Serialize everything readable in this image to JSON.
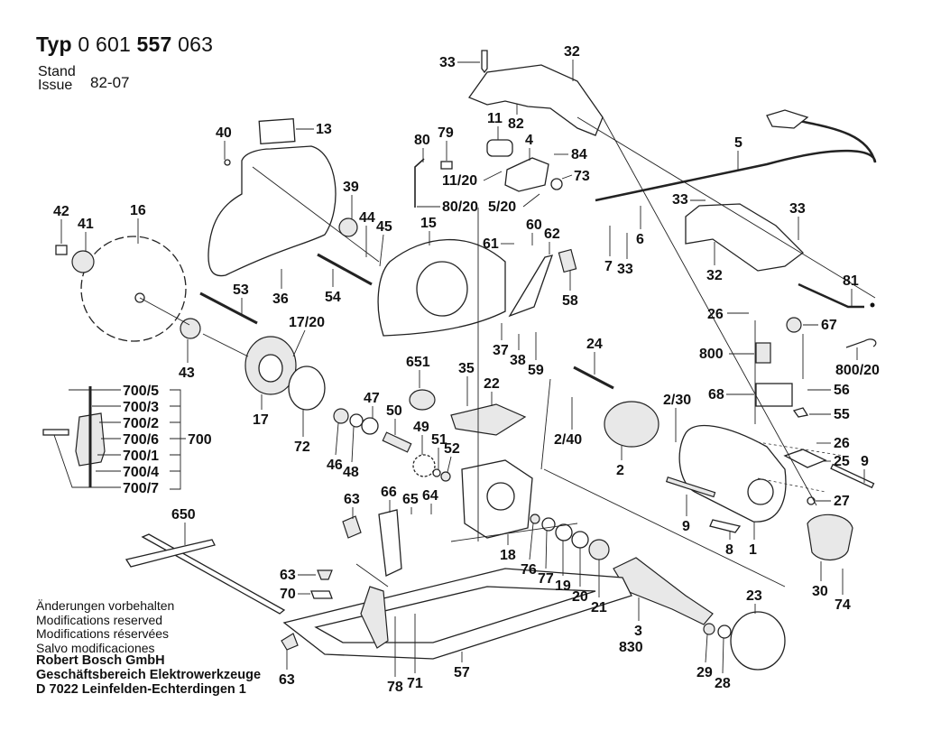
{
  "header": {
    "typ_label": "Typ",
    "typ_number_prefix": "0 601",
    "typ_number_bold": "557",
    "typ_number_suffix": "063",
    "stand_label": "Stand",
    "issue_label": "Issue",
    "issue_value": "82-07"
  },
  "notes": [
    "Änderungen vorbehalten",
    "Modifications reserved",
    "Modifications réservées",
    "Salvo modificaciones"
  ],
  "company": [
    "Robert Bosch GmbH",
    "Geschäftsbereich Elektrowerkzeuge",
    "D 7022 Leinfelden-Echterdingen 1"
  ],
  "part_labels": {
    "p33a": "33",
    "p32a": "32",
    "p82": "82",
    "p11": "11",
    "p4": "4",
    "p84": "84",
    "p80": "80",
    "p79": "79",
    "p11_20": "11/20",
    "p80_20": "80/20",
    "p5_20": "5/20",
    "p73": "73",
    "p5": "5",
    "p40": "40",
    "p13": "13",
    "p39": "39",
    "p44": "44",
    "p45": "45",
    "p15": "15",
    "p42": "42",
    "p41": "41",
    "p16": "16",
    "p36": "36",
    "p54": "54",
    "p53": "53",
    "p17_20": "17/20",
    "p43": "43",
    "p17": "17",
    "p61": "61",
    "p60": "60",
    "p62": "62",
    "p58": "58",
    "p7": "7",
    "p33b": "33",
    "p6": "6",
    "p33c": "33",
    "p33d": "33",
    "p32b": "32",
    "p81": "81",
    "p37": "37",
    "p38": "38",
    "p59": "59",
    "p26a": "26",
    "p67": "67",
    "p800": "800",
    "p800_20": "800/20",
    "p68": "68",
    "p56": "56",
    "p55": "55",
    "p24": "24",
    "p2_30": "2/30",
    "p2_40": "2/40",
    "p2": "2",
    "p651": "651",
    "p35": "35",
    "p22": "22",
    "p47": "47",
    "p50": "50",
    "p49": "49",
    "p51": "51",
    "p52": "52",
    "p72": "72",
    "p46": "46",
    "p48": "48",
    "p700_5": "700/5",
    "p700_3": "700/3",
    "p700_2": "700/2",
    "p700_6": "700/6",
    "p700_1": "700/1",
    "p700_4": "700/4",
    "p700_7": "700/7",
    "p700": "700",
    "p26b": "26",
    "p25": "25",
    "p9a": "9",
    "p27": "27",
    "p9b": "9",
    "p8": "8",
    "p1": "1",
    "p30": "30",
    "p74": "74",
    "p63a": "63",
    "p66": "66",
    "p65": "65",
    "p64": "64",
    "p18": "18",
    "p76": "76",
    "p77": "77",
    "p19": "19",
    "p20": "20",
    "p21": "21",
    "p650": "650",
    "p63b": "63",
    "p70": "70",
    "p63c": "63",
    "p78": "78",
    "p71": "71",
    "p57": "57",
    "p3": "3",
    "p830": "830",
    "p23": "23",
    "p29": "29",
    "p28": "28"
  }
}
